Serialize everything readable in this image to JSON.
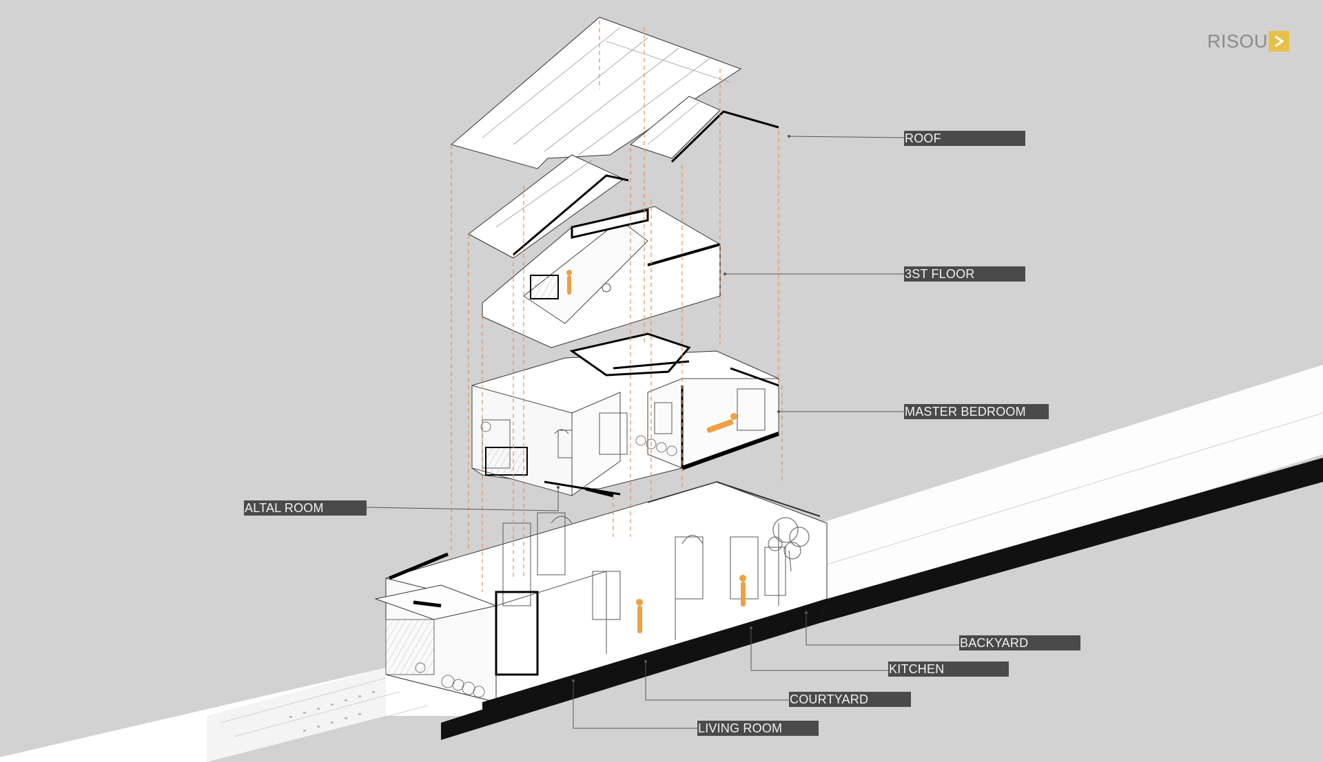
{
  "brand": {
    "name": "RISOU",
    "accent": "#e7c04a"
  },
  "labels": [
    {
      "key": "roof",
      "text": "ROOF"
    },
    {
      "key": "third-floor",
      "text": "3ST FLOOR"
    },
    {
      "key": "master-bedroom",
      "text": "MASTER BEDROOM"
    },
    {
      "key": "altal-room",
      "text": "ALTAL ROOM"
    },
    {
      "key": "backyard",
      "text": "BACKYARD"
    },
    {
      "key": "kitchen",
      "text": "KITCHEN"
    },
    {
      "key": "courtyard",
      "text": "COURTYARD"
    },
    {
      "key": "living-room",
      "text": "LIVING ROOM"
    }
  ],
  "colors": {
    "background": "#d2d2d2",
    "label_fill": "#4a4a4a",
    "label_text": "#f2f2f2",
    "guide_lines": "#e8904a",
    "figures": "#f0a040",
    "linework": "#1a1a1a"
  }
}
